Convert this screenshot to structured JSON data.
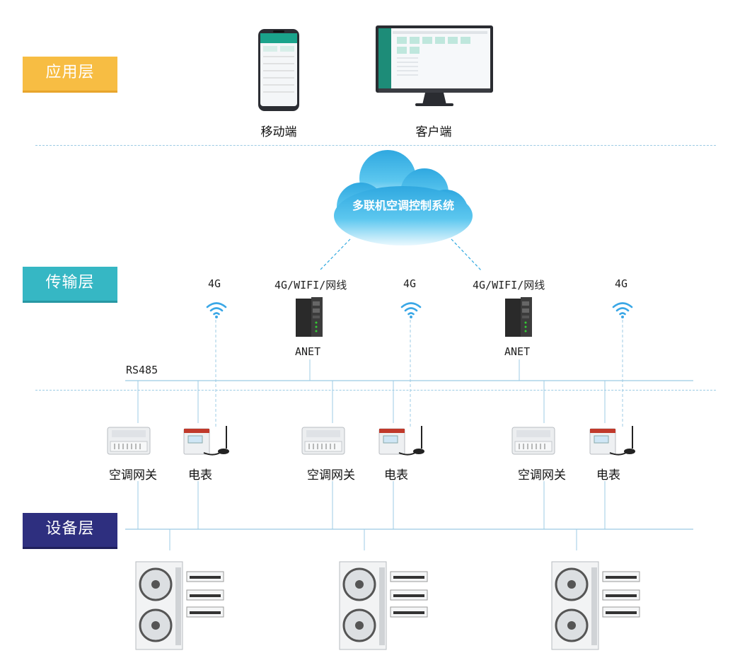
{
  "layers": {
    "application": "应用层",
    "transmission": "传输层",
    "device": "设备层"
  },
  "application": {
    "mobile_label": "移动端",
    "client_label": "客户端"
  },
  "cloud": {
    "label": "多联机空调控制系统"
  },
  "transmission": {
    "net_4g": "4G",
    "net_multi": "4G/WIFI/网线",
    "gateway_name": "ANET",
    "bus_label": "RS485"
  },
  "devices": {
    "ac_gateway_label": "空调网关",
    "meter_label": "电表"
  },
  "colors": {
    "app_layer": "#f7bd43",
    "transmission_layer": "#36b7c4",
    "device_layer": "#2e2f7f",
    "lines": "#9ccbe4",
    "wifi": "#3aa7e6"
  }
}
